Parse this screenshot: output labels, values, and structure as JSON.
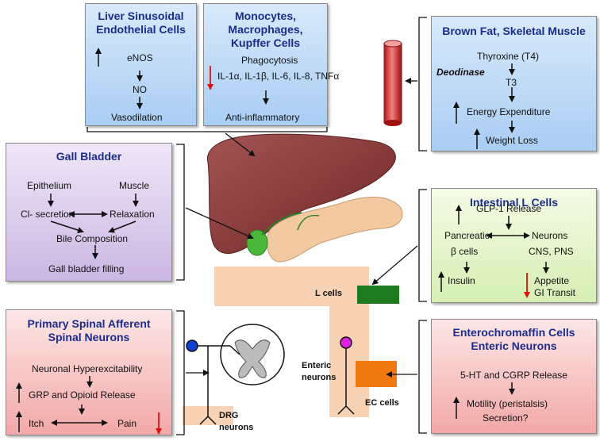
{
  "liver": {
    "title1": "Liver Sinusoidal",
    "title2": "Endothelial Cells",
    "enos": "eNOS",
    "no": "NO",
    "vasodilation": "Vasodilation"
  },
  "monocytes": {
    "title1": "Monocytes, Macrophages,",
    "title2": "Kupffer Cells",
    "phago": "Phagocytosis",
    "cytokines": "IL-1α, IL-1β, IL-6, IL-8, TNFα",
    "anti": "Anti-inflammatory"
  },
  "brown": {
    "title": "Brown Fat, Skeletal Muscle",
    "thyroxine": "Thyroxine (T4)",
    "deiodinase": "Deodinase",
    "t3": "T3",
    "energy": "Energy Expenditure",
    "weight": "Weight Loss"
  },
  "gall": {
    "title": "Gall Bladder",
    "epithelium": "Epithelium",
    "muscle": "Muscle",
    "cl": "Cl- secretion",
    "relax": "Relaxation",
    "bile": "Bile Composition",
    "filling": "Gall bladder filling"
  },
  "intestinal": {
    "title": "Intestinal L Cells",
    "glp": "GLP-1 Release",
    "pancreatic": "Pancreatic",
    "beta": "β cells",
    "neurons": "Neurons",
    "cns": "CNS, PNS",
    "insulin": "Insulin",
    "appetite": "Appetite",
    "gi": "GI Transit"
  },
  "spinal": {
    "title1": "Primary Spinal Afferent",
    "title2": "Spinal Neurons",
    "hyper": "Neuronal Hyperexcitability",
    "grp": "GRP and Opioid Release",
    "itch": "Itch",
    "pain": "Pain"
  },
  "entero": {
    "title1": "Enterochromaffin Cells",
    "title2": "Enteric Neurons",
    "ht": "5-HT and CGRP Release",
    "motility": "Motility (peristalsis)",
    "secretion": "Secretion?"
  },
  "labels": {
    "lcells": "L cells",
    "enteric1": "Enteric",
    "enteric2": "neurons",
    "eccells": "EC cells",
    "drg1": "DRG",
    "drg2": "neurons"
  },
  "colors": {
    "arrow_black": "#111111",
    "arrow_red": "#e01010",
    "title_blue": "#1a2c8c",
    "liver": "#8b3a3a",
    "gut_tan": "#f7d2b4",
    "l_cell_green": "#1e7a1e",
    "ec_orange": "#f07a10"
  }
}
